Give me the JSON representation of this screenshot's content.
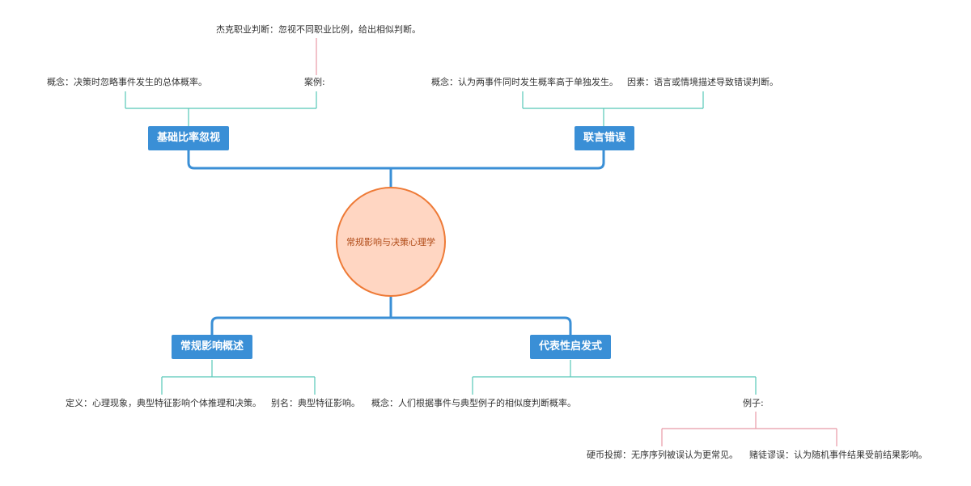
{
  "colors": {
    "branch_fill": "#3a8fd6",
    "branch_connector": "#3a8fd6",
    "leaf_connector_teal": "#56c7b8",
    "leaf_connector_pink": "#e89aa6",
    "center_fill": "#ffd6c2",
    "center_border": "#ee7a36",
    "center_text": "#b04a16"
  },
  "center": {
    "label": "常规影响与决策心理学"
  },
  "branches": {
    "base_rate": {
      "label": "基础比率忽视",
      "concept": "概念：决策时忽略事件发生的总体概率。",
      "case_label": "案例:",
      "case_jack": "杰克职业判断：忽视不同职业比例，给出相似判断。"
    },
    "conjunction": {
      "label": "联言错误",
      "concept": "概念：认为两事件同时发生概率高于单独发生。",
      "factor": "因素：语言或情境描述导致错误判断。"
    },
    "overview": {
      "label": "常规影响概述",
      "definition": "定义：心理现象，典型特征影响个体推理和决策。",
      "alias": "别名：典型特征影响。"
    },
    "representativeness": {
      "label": "代表性启发式",
      "concept": "概念：人们根据事件与典型例子的相似度判断概率。",
      "example_label": "例子:",
      "coin": "硬币投掷：无序序列被误认为更常见。",
      "gambler": "赌徒谬误：认为随机事件结果受前结果影响。"
    }
  }
}
